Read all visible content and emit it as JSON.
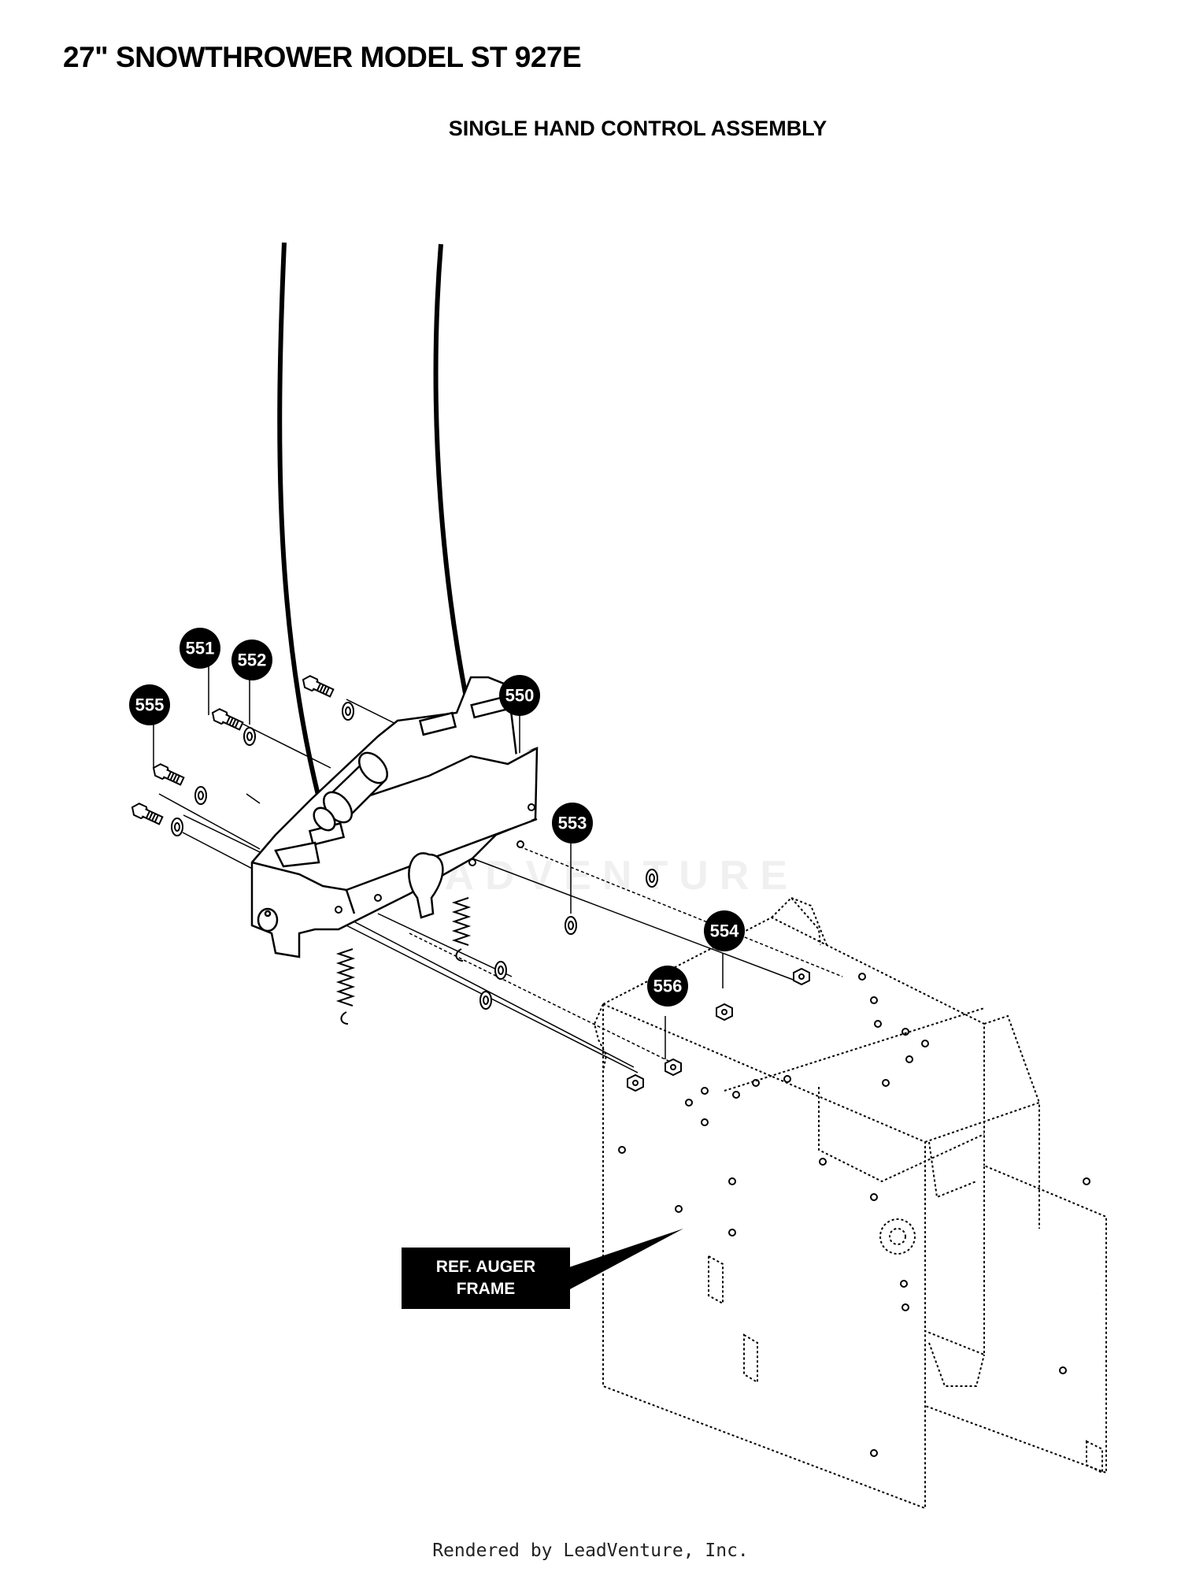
{
  "header": {
    "title": "27\" SNOWTHROWER MODEL ST 927E",
    "subtitle": "SINGLE HAND CONTROL ASSEMBLY"
  },
  "callouts": [
    {
      "id": "550",
      "label": "550"
    },
    {
      "id": "551",
      "label": "551"
    },
    {
      "id": "552",
      "label": "552"
    },
    {
      "id": "553",
      "label": "553"
    },
    {
      "id": "554",
      "label": "554"
    },
    {
      "id": "555",
      "label": "555"
    },
    {
      "id": "556",
      "label": "556"
    }
  ],
  "reference_label": "REF. AUGER\nFRAME",
  "watermark": "LEADVENTURE",
  "footer": "Rendered by LeadVenture, Inc.",
  "colors": {
    "ink": "#000000",
    "paper": "#ffffff"
  }
}
